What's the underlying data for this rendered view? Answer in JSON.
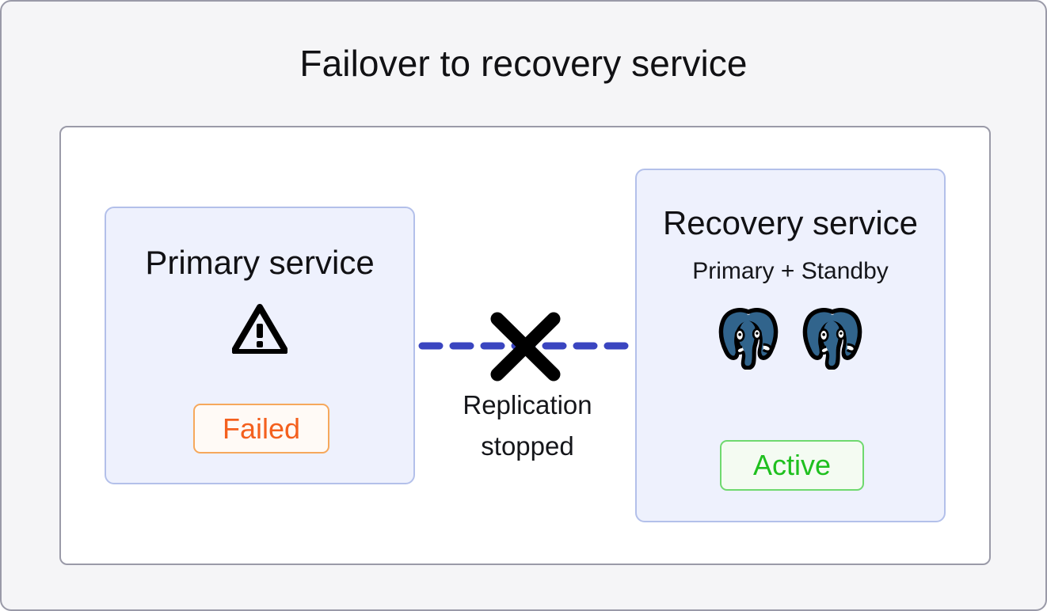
{
  "page": {
    "title": "Failover to recovery service",
    "background_color": "#f5f5f7",
    "panel_background": "#ffffff",
    "border_color": "#9a9aa8"
  },
  "primary_service": {
    "title": "Primary service",
    "icon": "warning-triangle-icon",
    "status_label": "Failed",
    "status_color": "#f4601e",
    "status_border_color": "#f6a85c",
    "status_background": "#fffaf6",
    "box_background": "#eef1fd",
    "box_border_color": "#b3c0ea"
  },
  "recovery_service": {
    "title": "Recovery service",
    "subtitle": "Primary + Standby",
    "nodes": [
      {
        "icon": "postgresql-elephant-icon",
        "role": "Primary"
      },
      {
        "icon": "postgresql-elephant-icon",
        "role": "Standby"
      }
    ],
    "status_label": "Active",
    "status_color": "#1fc01f",
    "status_border_color": "#6fd96f",
    "status_background": "#f4fbf2",
    "box_background": "#eef1fd",
    "box_border_color": "#b3c0ea"
  },
  "replication_link": {
    "label_line1": "Replication",
    "label_line2": "stopped",
    "line_style": "dashed",
    "line_color": "#3a45c0",
    "break_marker": "x-cross-icon",
    "break_marker_color": "#000000"
  }
}
